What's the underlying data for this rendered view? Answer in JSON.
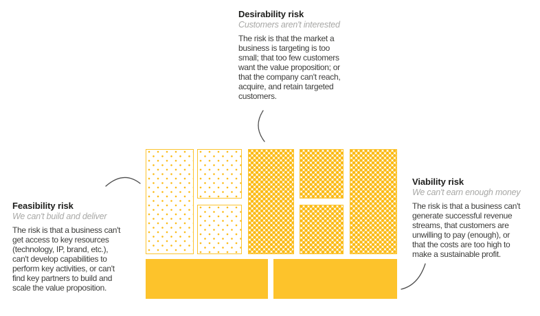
{
  "colors": {
    "yellow_solid": "#fdc32b",
    "yellow_border": "#fcc32c",
    "yellow_dots_sparse": "#fcbd1c",
    "yellow_dots_dense": "#fbba14",
    "title_text": "#1e1e1c",
    "subtitle_text": "#a8a8a6",
    "body_text": "#3b3b39",
    "connector_line": "#4d4d4d",
    "background": "#ffffff"
  },
  "annotations": {
    "desirability": {
      "title": "Desirability risk",
      "subtitle": "Customers aren't interested",
      "body": "The risk is that the market a\nbusiness is targeting is too\nsmall; that too few customers\nwant the value proposition; or\nthat the company can't reach,\nacquire, and retain targeted\ncustomers."
    },
    "feasibility": {
      "title": "Feasibility risk",
      "subtitle": "We can't build and deliver",
      "body": "The risk is that a business can't\nget access to key resources\n(technology, IP, brand, etc.),\ncan't develop capabilities to\nperform key activities, or can't\nfind key partners to build and\nscale the value proposition."
    },
    "viability": {
      "title": "Viability risk",
      "subtitle": "We can't earn enough money",
      "body": "The risk is that a business can't\ngenerate successful revenue\nstreams, that customers are\nunwilling to pay (enough), or\nthat the costs are too high to\nmake a sustainable profit."
    }
  },
  "canvas": {
    "blocks": [
      {
        "name": "key-partners",
        "pattern": "sparse-dots"
      },
      {
        "name": "key-activities",
        "pattern": "sparse-dots"
      },
      {
        "name": "key-resources",
        "pattern": "sparse-dots"
      },
      {
        "name": "value-proposition",
        "pattern": "dense-dots"
      },
      {
        "name": "customer-relationships",
        "pattern": "dense-dots"
      },
      {
        "name": "channels",
        "pattern": "dense-dots"
      },
      {
        "name": "customer-segments",
        "pattern": "dense-dots"
      },
      {
        "name": "cost-structure",
        "pattern": "solid"
      },
      {
        "name": "revenue-streams",
        "pattern": "solid"
      }
    ]
  }
}
